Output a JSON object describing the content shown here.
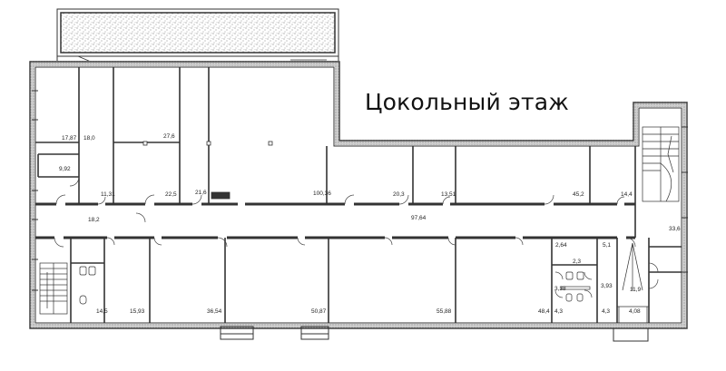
{
  "plan": {
    "title": "Цокольный этаж",
    "areas": {
      "a17_87": "17,87",
      "a18_0": "18,0",
      "a27_6": "27,6",
      "a9_92": "9,92",
      "a11_31": "11,31",
      "a22_5": "22,5",
      "a21_6": "21,6",
      "a100_36": "100,36",
      "a20_3": "20,3",
      "a13_51": "13,51",
      "a45_2": "45,2",
      "a14_4": "14,4",
      "a18_2": "18,2",
      "a97_64": "97,64",
      "a33_6": "33,6",
      "a2_64": "2,64",
      "a5_1": "5,1",
      "a2_3": "2,3",
      "a3_38": "3,38",
      "a3_93": "3,93",
      "a11_9": "11,9",
      "a14_5": "14,5",
      "a15_93": "15,93",
      "a36_54": "36,54",
      "a50_87": "50,87",
      "a55_88": "55,88",
      "a48_4": "48,4",
      "a4_3a": "4,3",
      "a4_3b": "4,3",
      "a4_08": "4,08"
    }
  },
  "colors": {
    "wall": "#333333",
    "line": "#444444",
    "background": "#ffffff"
  }
}
